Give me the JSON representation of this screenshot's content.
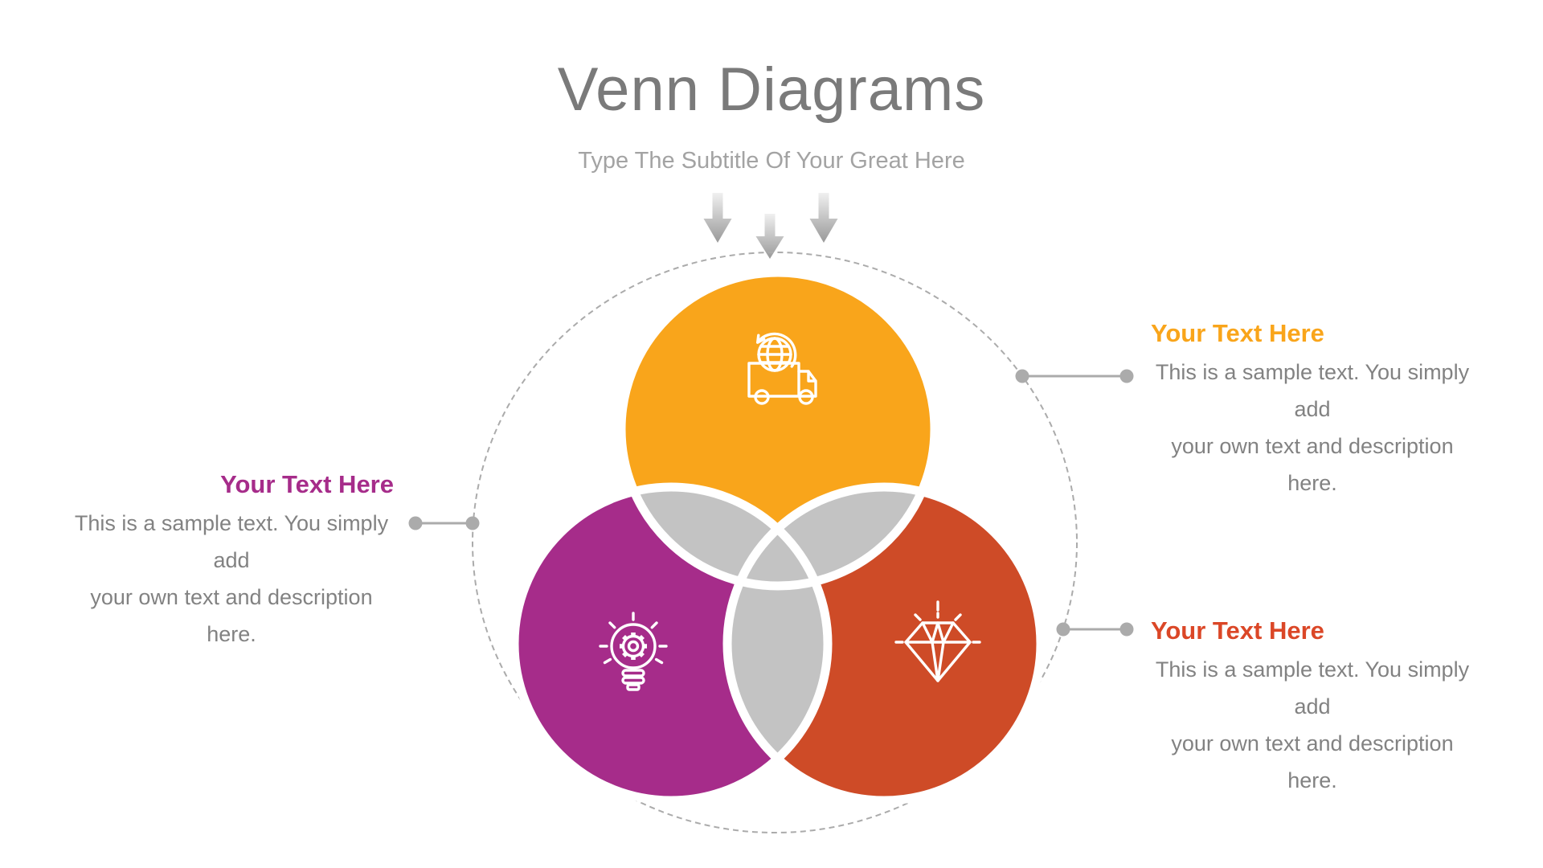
{
  "slide": {
    "title": "Venn Diagrams",
    "subtitle": "Type The Subtitle Of Your Great Here"
  },
  "callouts": {
    "top_right": {
      "title": "Your Text Here",
      "line1": "This is a sample text. You simply add",
      "line2": "your own text and description here."
    },
    "left": {
      "title": "Your Text Here",
      "line1": "This is a sample text. You simply add",
      "line2": "your own text and description here."
    },
    "bottom_right": {
      "title": "Your Text Here",
      "line1": "This is a sample text. You simply add",
      "line2": "your own text and description here."
    }
  },
  "venn": {
    "circles": [
      {
        "position": "top",
        "icon": "globe-delivery-truck-icon",
        "color": "#F9A51B"
      },
      {
        "position": "bottom-left",
        "icon": "lightbulb-gear-icon",
        "color": "#A62C8A"
      },
      {
        "position": "bottom-right",
        "icon": "diamond-icon",
        "color": "#CE4B27"
      }
    ],
    "overlap_color": "#C3C3C3",
    "separator_color": "#FFFFFF",
    "dashed_ring": true,
    "down_arrows_count": 3
  },
  "theme": {
    "color-title": "#7A7A7A",
    "color-subtitle": "#A3A3A3",
    "color-body": "#828282",
    "color-circle-top": "#F9A51B",
    "color-circle-bl": "#A62C8A",
    "color-circle-br": "#CE4B27",
    "color-overlap": "#C3C3C3",
    "color-callout-top-right": "#F9A51B",
    "color-callout-left": "#A62C8A",
    "color-callout-bottom-right": "#DB4727",
    "color-ring": "#ABABAB",
    "color-connector": "#ABABAB",
    "color-arrow-start": "#F0F0F0",
    "color-arrow-end": "#999999"
  }
}
